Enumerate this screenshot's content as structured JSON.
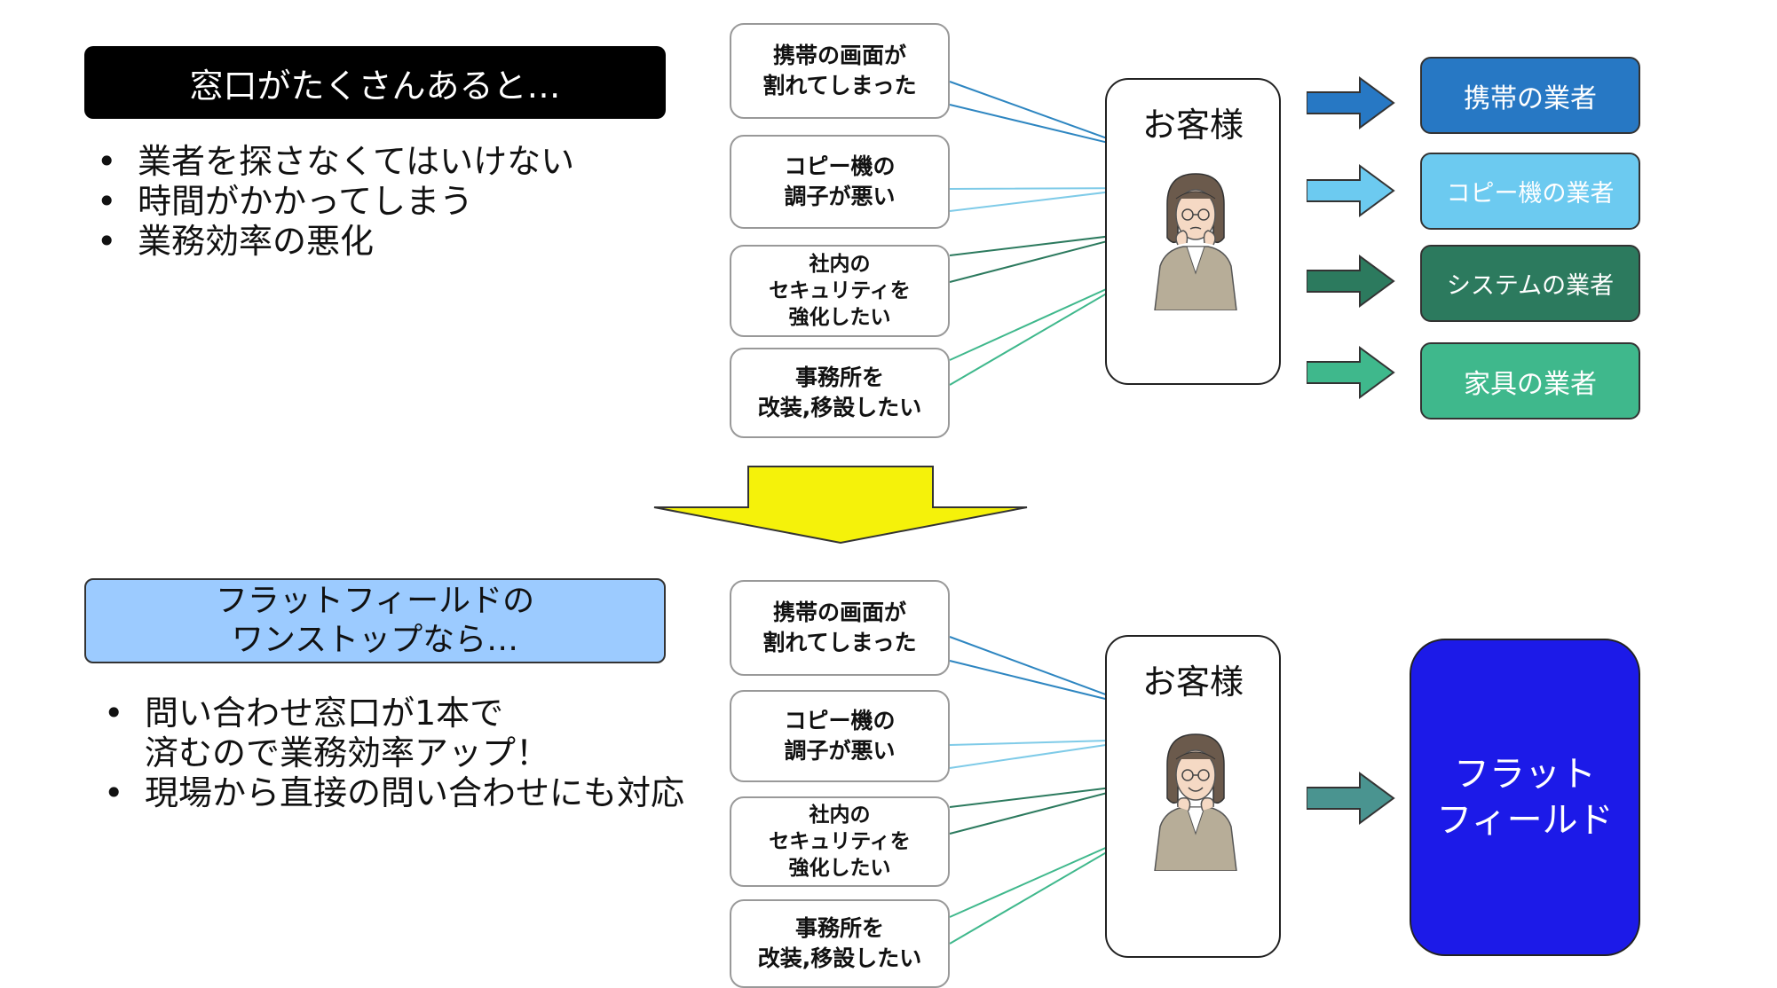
{
  "top": {
    "header": "窓口がたくさんあると…",
    "bullets": [
      "業者を探さなくてはいけない",
      "時間がかかってしまう",
      "業務効率の悪化"
    ],
    "requests": [
      {
        "text": "携帯の画面が\n割れてしまった",
        "color": "#2e86c1"
      },
      {
        "text": "コピー機の\n調子が悪い",
        "color": "#7fcbe8"
      },
      {
        "text": "社内の\nセキュリティを\n強化したい",
        "color": "#2c7a5e"
      },
      {
        "text": "事務所を\n改装,移設したい",
        "color": "#3fb88c"
      }
    ],
    "customer_label": "お客様",
    "vendors": [
      {
        "label": "携帯の業者",
        "color": "#2778c4",
        "arrow_color": "#2778c4"
      },
      {
        "label": "コピー機の業者",
        "color": "#6ccaf0",
        "arrow_color": "#6ccaf0"
      },
      {
        "label": "システムの業者",
        "color": "#2c7a5e",
        "arrow_color": "#2c7a5e"
      },
      {
        "label": "家具の業者",
        "color": "#3fb88c",
        "arrow_color": "#3fb88c"
      }
    ]
  },
  "bottom": {
    "header": "フラットフィールドの\nワンストップなら…",
    "bullets": [
      "問い合わせ窓口が1本で\n済むので業務効率アップ！",
      "現場から直接の問い合わせにも対応"
    ],
    "requests": [
      {
        "text": "携帯の画面が\n割れてしまった",
        "color": "#2e86c1"
      },
      {
        "text": "コピー機の\n調子が悪い",
        "color": "#7fcbe8"
      },
      {
        "text": "社内の\nセキュリティを\n強化したい",
        "color": "#2c7a5e"
      },
      {
        "text": "事務所を\n改装,移設したい",
        "color": "#3fb88c"
      }
    ],
    "customer_label": "お客様",
    "arrow_color": "#4a9490",
    "solution": {
      "label": "フラット\nフィールド",
      "color": "#1c1ae8"
    }
  },
  "transition_arrow_color": "#f5f20a"
}
